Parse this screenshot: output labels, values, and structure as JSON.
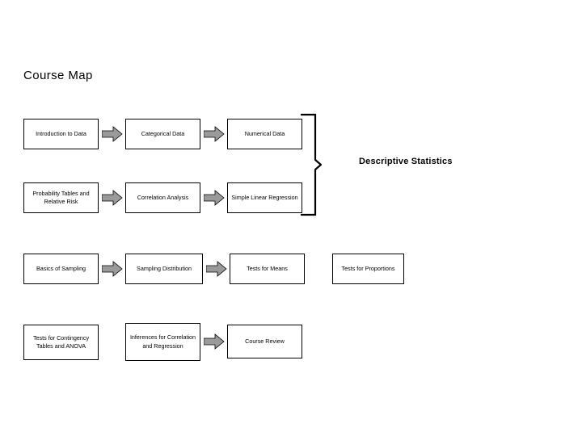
{
  "title": "Course Map",
  "annotation": {
    "descriptive_statistics": "Descriptive Statistics"
  },
  "colors": {
    "arrow_fill": "#9a9a9a",
    "arrow_stroke": "#000000",
    "node_border": "#000000",
    "background": "#ffffff",
    "text": "#000000"
  },
  "rows": [
    {
      "nodes": [
        {
          "label": "Introduction to Data"
        },
        {
          "label": "Categorical Data"
        },
        {
          "label": "Numerical Data"
        }
      ]
    },
    {
      "nodes": [
        {
          "label": "Probability Tables and Relative Risk"
        },
        {
          "label": "Correlation Analysis"
        },
        {
          "label": "Simple Linear Regression"
        }
      ]
    },
    {
      "nodes": [
        {
          "label": "Basics of Sampling"
        },
        {
          "label": "Sampling Distribution"
        },
        {
          "label": "Tests for Means"
        },
        {
          "label": "Tests for Proportions"
        }
      ]
    },
    {
      "nodes": [
        {
          "label": "Tests for Contingency Tables and ANOVA"
        },
        {
          "label": "Inferences for Correlation and Regression"
        },
        {
          "label": "Course Review"
        }
      ]
    }
  ],
  "icons": {
    "arrow": "right-arrow-icon",
    "bracket": "right-brace-icon"
  }
}
